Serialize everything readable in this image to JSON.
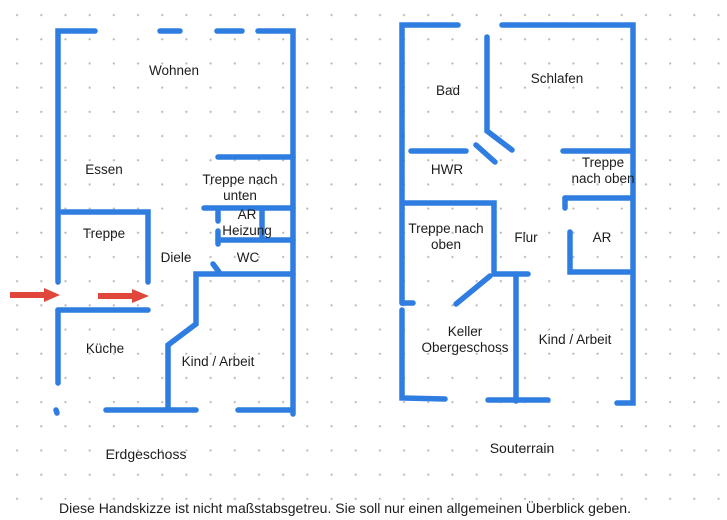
{
  "colors": {
    "walls": "#2f7de1",
    "arrows": "#e0463a",
    "text": "#1c1c1c",
    "background": "#ffffff",
    "dots": "#b9b9b9"
  },
  "ground_floor": {
    "caption": "Erdgeschoss",
    "rooms": {
      "wohnen": "Wohnen",
      "essen": "Essen",
      "treppe": "Treppe",
      "diele": "Diele",
      "kueche": "Küche",
      "kind_arbeit": "Kind / Arbeit",
      "treppe_nach_unten": "Treppe nach unten",
      "ar_heizung": "AR Heizung",
      "wc": "WC"
    }
  },
  "basement": {
    "caption": "Souterrain",
    "rooms": {
      "bad": "Bad",
      "schlafen": "Schlafen",
      "hwr": "HWR",
      "treppe_nach_oben_right": "Treppe nach oben",
      "treppe_nach_oben_left": "Treppe nach oben",
      "flur": "Flur",
      "ar": "AR",
      "keller": "Keller Obergeschoss",
      "kind_arbeit": "Kind / Arbeit"
    }
  },
  "footnote": "Diese Handskizze ist nicht maßstabsgetreu. Sie soll nur einen allgemeinen Überblick geben."
}
